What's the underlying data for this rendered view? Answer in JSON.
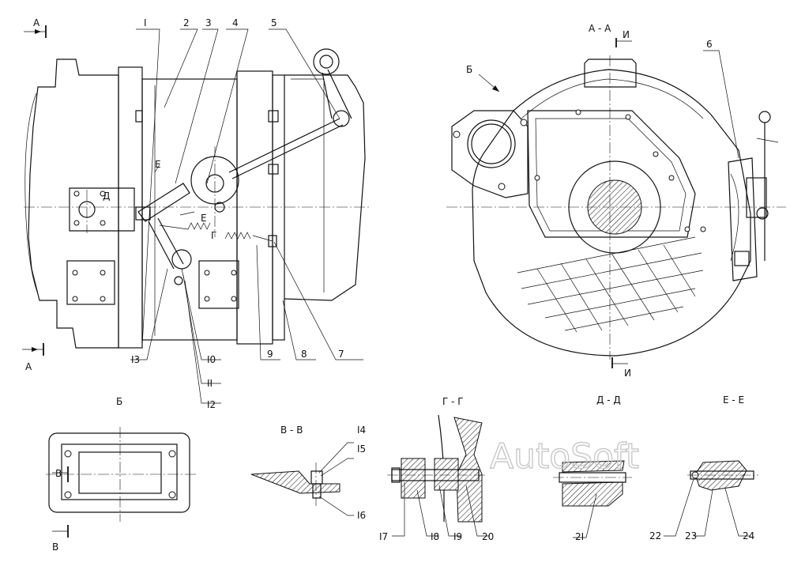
{
  "callouts": {
    "c1": "I",
    "c2": "2",
    "c3": "3",
    "c4": "4",
    "c5": "5",
    "c6": "6",
    "c7": "7",
    "c8": "8",
    "c9": "9",
    "c10": "I0",
    "c11": "II",
    "c12": "I2",
    "c13": "I3",
    "c14": "I4",
    "c15": "I5",
    "c16": "I6",
    "c17": "I7",
    "c18": "I8",
    "c19": "I9",
    "c20": "20",
    "c21": "2I",
    "c22": "22",
    "c23": "23",
    "c24": "24"
  },
  "markers": {
    "a_top": "A",
    "a_bottom": "A",
    "e_upper": "Е",
    "d_mark": "Д",
    "e_lower": "Е",
    "g_mark": "Г",
    "b_arrow": "Б",
    "i_top": "И",
    "i_bottom": "И",
    "v_top": "В",
    "v_bottom": "В"
  },
  "sections": {
    "aa": "А - А",
    "b": "Б",
    "vv": "В - В",
    "gg": "Г - Г",
    "dd": "Д - Д",
    "ee": "Е - Е"
  },
  "watermark": "AutoSoft"
}
